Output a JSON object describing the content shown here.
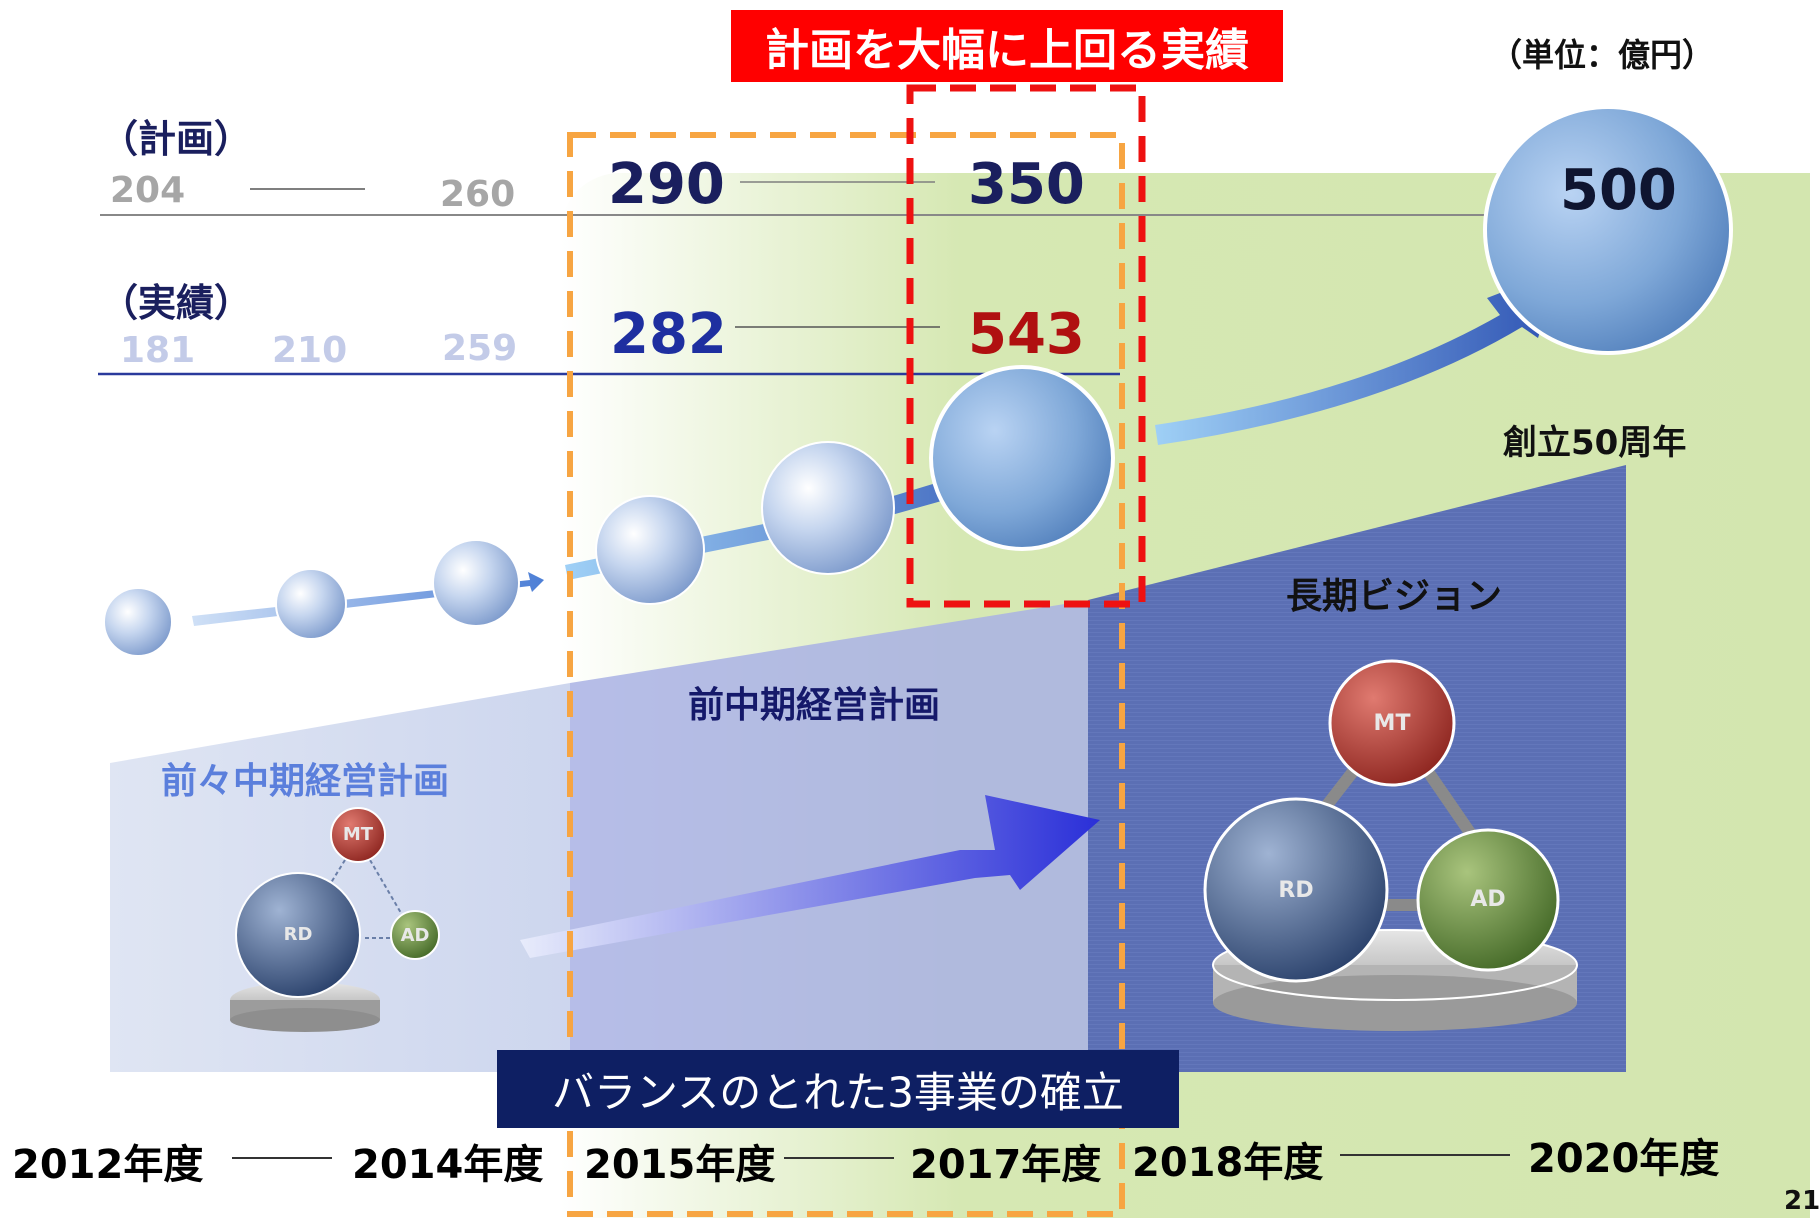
{
  "headline": "計画を大幅に上回る実績",
  "unit": "（単位：億円）",
  "plan": {
    "label": "（計画）",
    "values": [
      "204",
      "260",
      "290",
      "350",
      "500"
    ]
  },
  "actual": {
    "label": "（実績）",
    "values": [
      "181",
      "210",
      "259",
      "282",
      "543"
    ]
  },
  "anniversary": "創立50周年",
  "phases": {
    "pre_prev": "前々中期経営計画",
    "prev": "前中期経営計画",
    "vision": "長期ビジョン"
  },
  "segments": [
    "MT",
    "RD",
    "AD"
  ],
  "balance": "バランスのとれた3事業の確立",
  "years": [
    "2012年度",
    "2014年度",
    "2015年度",
    "2017年度",
    "2018年度",
    "2020年度"
  ],
  "page_number": "21",
  "colors": {
    "headline_bg": "#ff0000",
    "balance_bg": "#0e1f63",
    "plan_text": "#1a1f5e",
    "actual_text": "#1e2fa0",
    "actual_highlight": "#b01010",
    "green_panel": "#d3e6af",
    "orange_dash": "#f7a542",
    "red_dash": "#ee1111",
    "mt_ball": "#b03a30",
    "rd_ball": "#3e5a86",
    "ad_ball": "#5e8a3a"
  }
}
